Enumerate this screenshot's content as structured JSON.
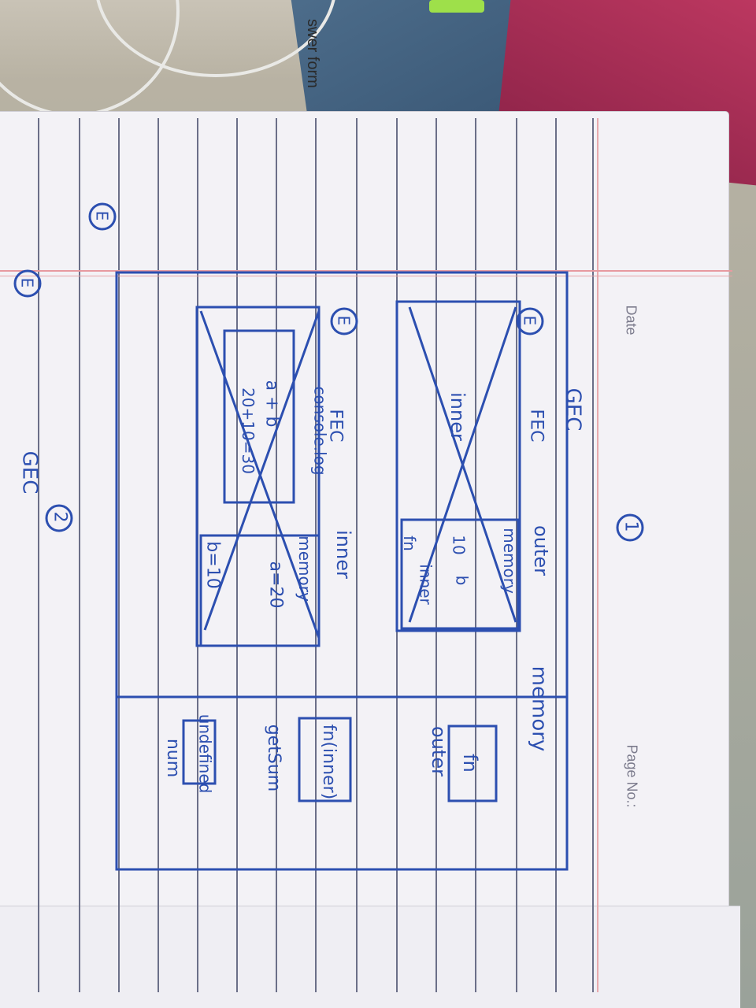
{
  "printed": {
    "date_label": "Date",
    "page_no_label": "Page No.:"
  },
  "desk": {
    "book_spine_text": "swer form"
  },
  "notes": {
    "page_number_1": "1",
    "page_number_2": "2",
    "global_title": "GEC",
    "global_title_2": "GEC",
    "fec_label_1": "FEC",
    "fec_label_2": "FEC",
    "outer_label": "outer",
    "inner_label": "inner",
    "inner_box_label": "inner",
    "memory_label_global": "memory",
    "memory_label_outer": "memory",
    "memory_label_inner": "memory",
    "val_10": "10",
    "val_b": "b",
    "fn_label": "fn",
    "inner_fn": "inner",
    "fn_outer": "fn",
    "outer_var": "outer",
    "fn_inner_global": "fn(inner)",
    "getsum": "getSum",
    "undefined": "undefined",
    "num": "num",
    "console_log": "console.log",
    "a_plus_b": "a + b",
    "calc": "20+10=30",
    "a_eq": "a=20",
    "b_eq": "b=10",
    "e1": "E",
    "e2": "E",
    "e3": "E",
    "e4": "E"
  },
  "colors": {
    "ink": "#2c4fb0",
    "paper": "#f3f2f6",
    "rule": "#6b6f88",
    "margin": "#e79aa0"
  }
}
